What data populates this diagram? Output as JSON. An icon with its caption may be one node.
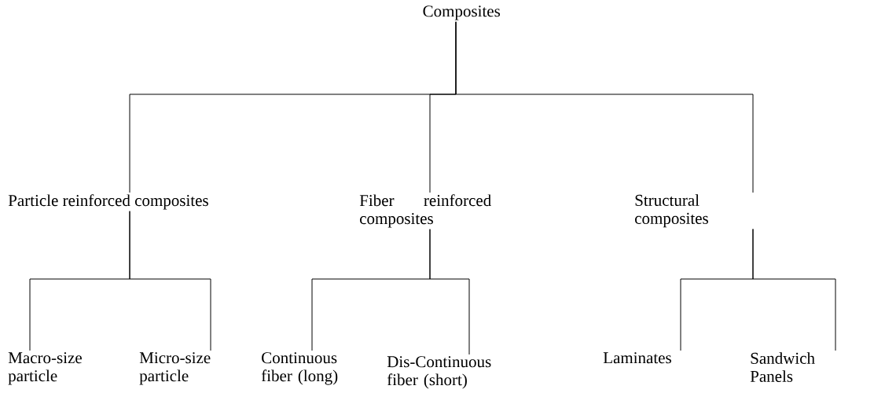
{
  "diagram": {
    "nodes": [
      {
        "text": [
          "Composites"
        ]
      },
      {
        "text": [
          "Particle reinforced composites"
        ]
      },
      {
        "text": [
          "Fiber reinforced composites"
        ]
      },
      {
        "text": [
          "Structural composites"
        ]
      },
      {
        "text": [
          "Macro-size particle"
        ]
      },
      {
        "text": [
          "Micro-size particle"
        ]
      },
      {
        "text": [
          "Continuous fiber (long)"
        ]
      },
      {
        "text": [
          "Dis-Continuous fiber (short)"
        ]
      },
      {
        "text": [
          "Laminates"
        ]
      },
      {
        "text": [
          "Sandwich Panels"
        ]
      }
    ],
    "edges": [
      {
        "from": 0,
        "to": 1,
        "arrow": "none"
      },
      {
        "from": 0,
        "to": 2,
        "arrow": "none"
      },
      {
        "from": 0,
        "to": 3,
        "arrow": "none"
      },
      {
        "from": 1,
        "to": 4,
        "arrow": "none"
      },
      {
        "from": 1,
        "to": 5,
        "arrow": "none"
      },
      {
        "from": 2,
        "to": 6,
        "arrow": "none"
      },
      {
        "from": 2,
        "to": 7,
        "arrow": "none"
      },
      {
        "from": 3,
        "to": 8,
        "arrow": "none"
      },
      {
        "from": 3,
        "to": 9,
        "arrow": "none"
      }
    ]
  }
}
